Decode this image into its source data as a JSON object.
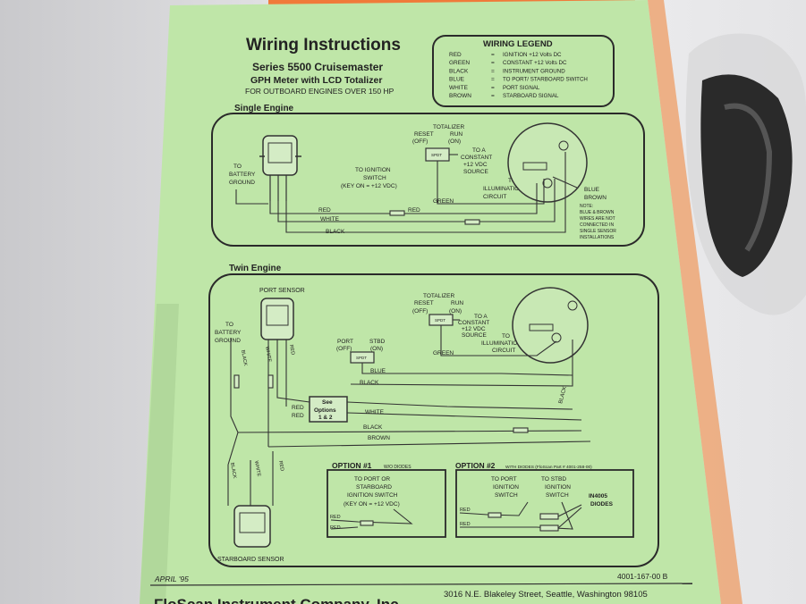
{
  "document": {
    "title": "Wiring Instructions",
    "subtitle_1": "Series 5500 Cruisemaster",
    "subtitle_2": "GPH Meter with LCD Totalizer",
    "subtitle_3": "FOR OUTBOARD ENGINES OVER 150 HP",
    "date": "APRIL '95",
    "part_number": "4001-167-00 B",
    "company": "FloScan Instrument Company, Inc.",
    "address": "3016 N.E. Blakeley Street, Seattle, Washington 98105"
  },
  "legend": {
    "heading": "WIRING LEGEND",
    "rows": [
      {
        "color": "RED",
        "meaning": "IGNITION +12 Volts DC"
      },
      {
        "color": "GREEN",
        "meaning": "CONSTANT +12 Volts DC"
      },
      {
        "color": "BLACK",
        "meaning": "INSTRUMENT GROUND"
      },
      {
        "color": "BLUE",
        "meaning": "TO PORT/ STARBOARD SWITCH"
      },
      {
        "color": "WHITE",
        "meaning": "PORT SIGNAL"
      },
      {
        "color": "BROWN",
        "meaning": "STARBOARD SIGNAL"
      }
    ]
  },
  "single": {
    "heading": "Single Engine",
    "battery_1": "TO",
    "battery_2": "BATTERY",
    "battery_3": "GROUND",
    "ign_1": "TO IGNITION",
    "ign_2": "SWITCH",
    "ign_3": "(KEY ON = +12 VDC)",
    "tot_1": "TOTALIZER",
    "tot_2": "RESET",
    "tot_3": "RUN",
    "tot_4": "(OFF)",
    "tot_5": "(ON)",
    "spdt": "SPDT",
    "const_1": "TO A",
    "const_2": "CONSTANT",
    "const_3": "+12 VDC",
    "const_4": "SOURCE",
    "illum_1": "TO",
    "illum_2": "ILLUMINATION",
    "illum_3": "CIRCUIT",
    "wire_red": "RED",
    "wire_red2": "RED",
    "wire_white": "WHITE",
    "wire_black": "BLACK",
    "wire_green": "GREEN",
    "blue": "BLUE",
    "brown": "BROWN",
    "note_1": "NOTE:",
    "note_2": "BLUE & BROWN",
    "note_3": "WIRES ARE NOT",
    "note_4": "CONNECTED IN",
    "note_5": "SINGLE SENSOR",
    "note_6": "INSTALLATIONS"
  },
  "twin": {
    "heading": "Twin Engine",
    "port_sensor": "PORT SENSOR",
    "stbd_sensor": "STARBOARD SENSOR",
    "battery_1": "TO",
    "battery_2": "BATTERY",
    "battery_3": "GROUND",
    "tot_1": "TOTALIZER",
    "tot_2": "RESET",
    "tot_3": "RUN",
    "tot_4": "(OFF)",
    "tot_5": "(ON)",
    "spdt": "SPDT",
    "spdt2": "SPDT",
    "const_1": "TO A",
    "const_2": "CONSTANT",
    "const_3": "+12 VDC",
    "const_4": "SOURCE",
    "illum_1": "TO",
    "illum_2": "ILLUMINATION",
    "illum_3": "CIRCUIT",
    "port_sw_1": "PORT",
    "port_sw_2": "STBD",
    "port_sw_3": "(OFF)",
    "port_sw_4": "(ON)",
    "see_1": "See",
    "see_2": "Options",
    "see_3": "1 & 2",
    "wire_green": "GREEN",
    "wire_blue": "BLUE",
    "wire_black": "BLACK",
    "wire_red": "RED",
    "wire_red2": "RED",
    "wire_white": "WHITE",
    "wire_black2": "BLACK",
    "wire_brown": "BROWN",
    "wire_black3": "BLACK",
    "v_black": "BLACK",
    "v_white": "WHITE",
    "v_red": "RED",
    "v2_black": "BLACK",
    "v2_white": "WHITE",
    "v2_red": "RED"
  },
  "option1": {
    "title": "OPTION #1",
    "title_small": "W/O DIODES",
    "l1": "TO PORT OR",
    "l2": "STARBOARD",
    "l3": "IGNITION SWITCH",
    "l4": "(KEY ON = +12 VDC)",
    "red1": "RED",
    "red2": "RED"
  },
  "option2": {
    "title": "OPTION #2",
    "title_small": "WITH DIODES (FloScan Part # 4001-258-00)",
    "p1": "TO PORT",
    "p2": "IGNITION",
    "p3": "SWITCH",
    "s1": "TO STBD",
    "s2": "IGNITION",
    "s3": "SWITCH",
    "d1": "IN4005",
    "d2": "DIODES",
    "red1": "RED",
    "red2": "RED"
  }
}
